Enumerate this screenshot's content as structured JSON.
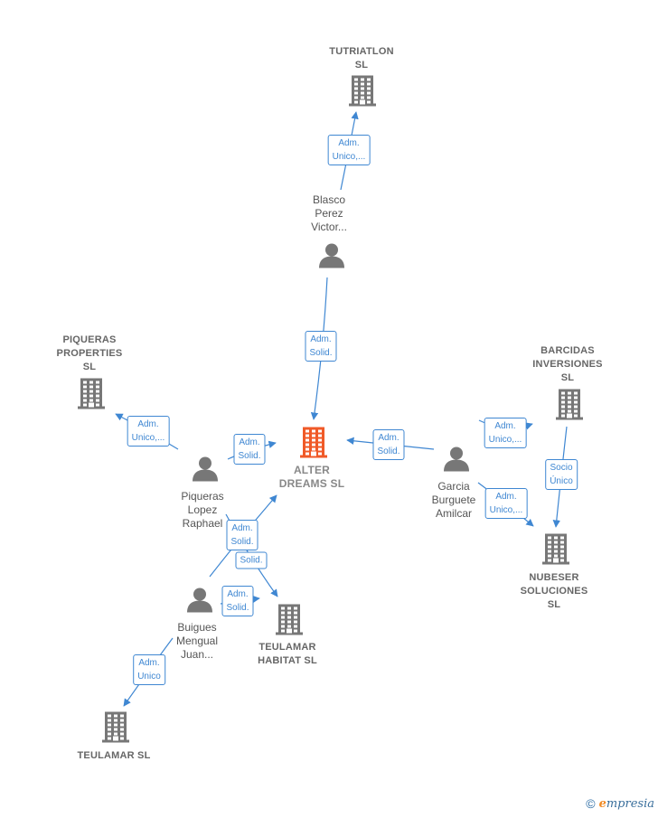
{
  "colors": {
    "edge": "#3f87d2",
    "main": "#f05a28",
    "node": "#777777"
  },
  "nodes": {
    "tutriatlon": {
      "label": [
        "TUTRIATLON",
        "SL"
      ],
      "kind": "company"
    },
    "blasco": {
      "label": [
        "Blasco",
        "Perez",
        "Victor..."
      ],
      "kind": "person"
    },
    "piqueras_prop": {
      "label": [
        "PIQUERAS",
        "PROPERTIES",
        "SL"
      ],
      "kind": "company"
    },
    "alter": {
      "label": [
        "ALTER",
        "DREAMS  SL"
      ],
      "kind": "main"
    },
    "barcidas": {
      "label": [
        "BARCIDAS",
        "INVERSIONES",
        "SL"
      ],
      "kind": "company"
    },
    "piqueras_p": {
      "label": [
        "Piqueras",
        "Lopez",
        "Raphael"
      ],
      "kind": "person"
    },
    "garcia": {
      "label": [
        "Garcia",
        "Burguete",
        "Amilcar"
      ],
      "kind": "person"
    },
    "nubeser": {
      "label": [
        "NUBESER",
        "SOLUCIONES",
        "SL"
      ],
      "kind": "company"
    },
    "buigues": {
      "label": [
        "Buigues",
        "Mengual",
        "Juan..."
      ],
      "kind": "person"
    },
    "teulamar_h": {
      "label": [
        "TEULAMAR",
        "HABITAT  SL"
      ],
      "kind": "company"
    },
    "teulamar": {
      "label": [
        "TEULAMAR SL"
      ],
      "kind": "company"
    }
  },
  "edges": [
    {
      "id": "e1",
      "label": [
        "Adm.",
        "Unico,..."
      ]
    },
    {
      "id": "e2",
      "label": [
        "Adm.",
        "Solid."
      ]
    },
    {
      "id": "e3",
      "label": [
        "Adm.",
        "Unico,..."
      ]
    },
    {
      "id": "e4",
      "label": [
        "Adm.",
        "Solid."
      ]
    },
    {
      "id": "e5",
      "label": [
        "Adm.",
        "Solid."
      ]
    },
    {
      "id": "e6",
      "label": [
        "Adm.",
        "Unico,..."
      ]
    },
    {
      "id": "e7",
      "label": [
        "Socio",
        "Único"
      ]
    },
    {
      "id": "e8",
      "label": [
        "Adm.",
        "Unico,..."
      ]
    },
    {
      "id": "e9",
      "label": [
        "Adm.",
        "Solid."
      ]
    },
    {
      "id": "e10",
      "label": [
        "Solid."
      ]
    },
    {
      "id": "e11",
      "label": [
        "Adm.",
        "Solid."
      ]
    },
    {
      "id": "e12",
      "label": [
        "Adm.",
        "Unico"
      ]
    }
  ],
  "footer": {
    "copyright": "©",
    "brand_e": "e",
    "brand_rest": "mpresia"
  }
}
